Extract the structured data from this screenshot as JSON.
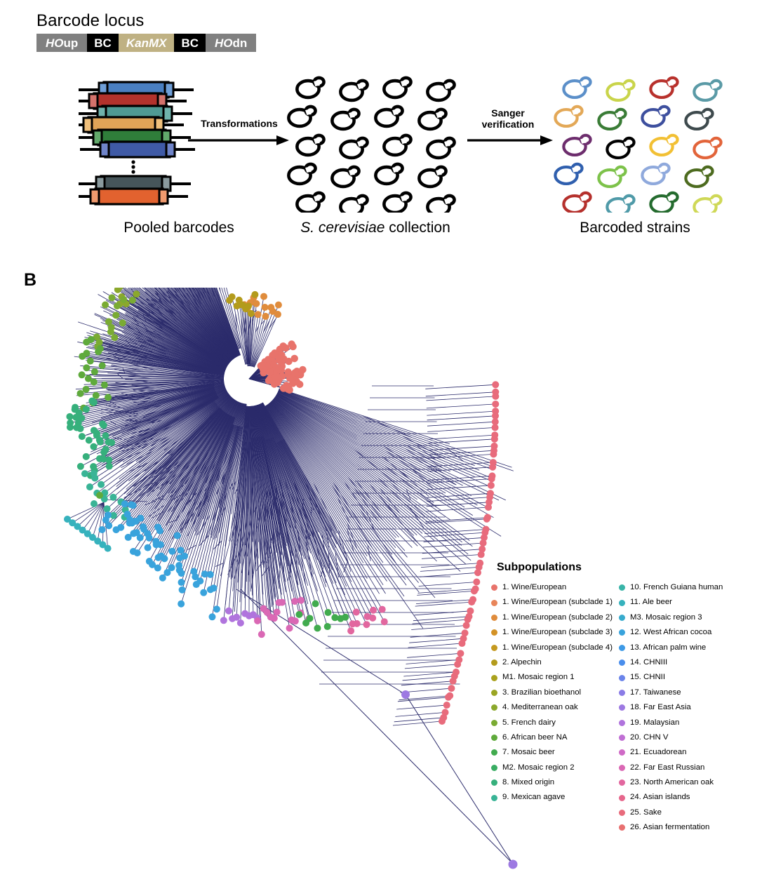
{
  "panel_a": {
    "barcode_title": "Barcode locus",
    "locus_segments": [
      {
        "id": "ho-up",
        "text_italic": "HO",
        "text_plain": " up",
        "style": "gray"
      },
      {
        "id": "bc-left",
        "text_italic": "",
        "text_plain": "BC",
        "style": "black"
      },
      {
        "id": "kanmx",
        "text_italic": "KanMX",
        "text_plain": "",
        "style": "kan"
      },
      {
        "id": "bc-right",
        "text_italic": "",
        "text_plain": "BC",
        "style": "black"
      },
      {
        "id": "ho-dn",
        "text_italic": "HO",
        "text_plain": " dn",
        "style": "gray"
      }
    ],
    "arrow_transformations": "Transformations",
    "arrow_sanger_line1": "Sanger",
    "arrow_sanger_line2": "verification",
    "caption_pooled": "Pooled barcodes",
    "caption_collection_italic": "S. cerevisiae",
    "caption_collection_plain": " collection",
    "caption_strains": "Barcoded strains",
    "plasmid_colors": [
      "#4a7fc1",
      "#b2322c",
      "#4f9a93",
      "#e0a458",
      "#2f7d3a",
      "#3f5aa6",
      "#46555a",
      "#e2622f"
    ],
    "strain_colors": [
      "#5b8fc9",
      "#c9d44a",
      "#b8312c",
      "#5a9aa6",
      "#e3a857",
      "#3a7c36",
      "#3d4f9e",
      "#3e4a4d",
      "#6d2d6d",
      "#000000",
      "#f2c034",
      "#e2643a",
      "#2f5fae",
      "#7dc24a",
      "#8fa9dc",
      "#4d6b1f",
      "#b5302c",
      "#4f9aa8",
      "#246b2e",
      "#cfd857"
    ]
  },
  "panel_b": {
    "letter": "B",
    "legend_title": "Subpopulations",
    "legend_left": [
      {
        "label": "1. Wine/European",
        "color": "#e8736b"
      },
      {
        "label": "1. Wine/European (subclade 1)",
        "color": "#e8855a"
      },
      {
        "label": "1. Wine/European (subclade 2)",
        "color": "#e08c3c"
      },
      {
        "label": "1. Wine/European (subclade 3)",
        "color": "#d39226"
      },
      {
        "label": "1. Wine/European (subclade 4)",
        "color": "#c59a20"
      },
      {
        "label": "2. Alpechin",
        "color": "#b39b1c"
      },
      {
        "label": "M1. Mosaic region 1",
        "color": "#aaa21e"
      },
      {
        "label": "3. Brazilian bioethanol",
        "color": "#9aa524"
      },
      {
        "label": "4. Mediterranean oak",
        "color": "#8ba82c"
      },
      {
        "label": "5. French dairy",
        "color": "#7aab33"
      },
      {
        "label": "6. African beer NA",
        "color": "#5faa3c"
      },
      {
        "label": "7. Mosaic beer",
        "color": "#41ab4e"
      },
      {
        "label": "M2. Mosaic region 2",
        "color": "#39ad63"
      },
      {
        "label": "8. Mixed origin",
        "color": "#36b07c"
      },
      {
        "label": "9. Mexican agave",
        "color": "#39b496"
      }
    ],
    "legend_right": [
      {
        "label": "10. French Guiana human",
        "color": "#39b4a8"
      },
      {
        "label": "11. Ale beer",
        "color": "#36b2bd"
      },
      {
        "label": "M3. Mosaic region 3",
        "color": "#38abcd"
      },
      {
        "label": "12. West African cocoa",
        "color": "#39a3dc"
      },
      {
        "label": "13. African palm wine",
        "color": "#3e9ae6"
      },
      {
        "label": "14. CHNIII",
        "color": "#4a8eec"
      },
      {
        "label": "15. CHNII",
        "color": "#6b84ea"
      },
      {
        "label": "17. Taiwanese",
        "color": "#8a7ce6"
      },
      {
        "label": "18. Far East Asia",
        "color": "#9d79e2"
      },
      {
        "label": "19. Malaysian",
        "color": "#b074dd"
      },
      {
        "label": "20. CHN V",
        "color": "#c06fd4"
      },
      {
        "label": "21. Ecuadorean",
        "color": "#cf6ac6"
      },
      {
        "label": "22. Far East Russian",
        "color": "#da68b4"
      },
      {
        "label": "23. North American oak",
        "color": "#e2679f"
      },
      {
        "label": "24. Asian islands",
        "color": "#e6678c"
      },
      {
        "label": "25. Sake",
        "color": "#e86b7c"
      },
      {
        "label": "26. Asian fermentation",
        "color": "#e87070"
      }
    ]
  },
  "chart_data": {
    "type": "tree",
    "title": "Phylogenetic tree of barcoded S. cerevisiae strains",
    "layout": "unrooted/radial cladogram",
    "branch_color": "#2b2b6b",
    "tip_marker_shape": "circle",
    "n_legend_categories": 26,
    "clusters": [
      {
        "name": "1. Wine/European",
        "color": "#e8736b",
        "region": "upper-right hub",
        "approx_tips": 60
      },
      {
        "name": "1. Wine/European (subclade 2)",
        "color": "#e08c3c",
        "region": "upper-right hub edge",
        "approx_tips": 8
      },
      {
        "name": "2. Alpechin",
        "color": "#b39b1c",
        "region": "upper hub",
        "approx_tips": 10
      },
      {
        "name": "4. Mediterranean oak",
        "color": "#8ba82c",
        "region": "top-left fan",
        "approx_tips": 30
      },
      {
        "name": "5. French dairy",
        "color": "#7aab33",
        "region": "top-left fan",
        "approx_tips": 12
      },
      {
        "name": "6. African beer NA",
        "color": "#5faa3c",
        "region": "left fan",
        "approx_tips": 18
      },
      {
        "name": "8. Mixed origin",
        "color": "#36b07c",
        "region": "mid-left fan",
        "approx_tips": 35
      },
      {
        "name": "9. Mexican agave",
        "color": "#39b496",
        "region": "lower-left fan",
        "approx_tips": 12
      },
      {
        "name": "11. Ale beer",
        "color": "#36b2bd",
        "region": "far-left tail",
        "approx_tips": 8
      },
      {
        "name": "12. West African cocoa",
        "color": "#39a3dc",
        "region": "lower-centre-left fan",
        "approx_tips": 45
      },
      {
        "name": "19. Malaysian",
        "color": "#b074dd",
        "region": "lower-centre",
        "approx_tips": 8
      },
      {
        "name": "22. Far East Russian",
        "color": "#da68b4",
        "region": "lower-right fan",
        "approx_tips": 15
      },
      {
        "name": "25. Sake",
        "color": "#e86b7c",
        "region": "right clade",
        "approx_tips": 55
      },
      {
        "name": "7. Mosaic beer",
        "color": "#41ab4e",
        "region": "lower-right scattered",
        "approx_tips": 10
      },
      {
        "name": "18. Far East Asia",
        "color": "#9d79e2",
        "region": "long basal branch tip",
        "approx_tips": 2
      }
    ]
  }
}
